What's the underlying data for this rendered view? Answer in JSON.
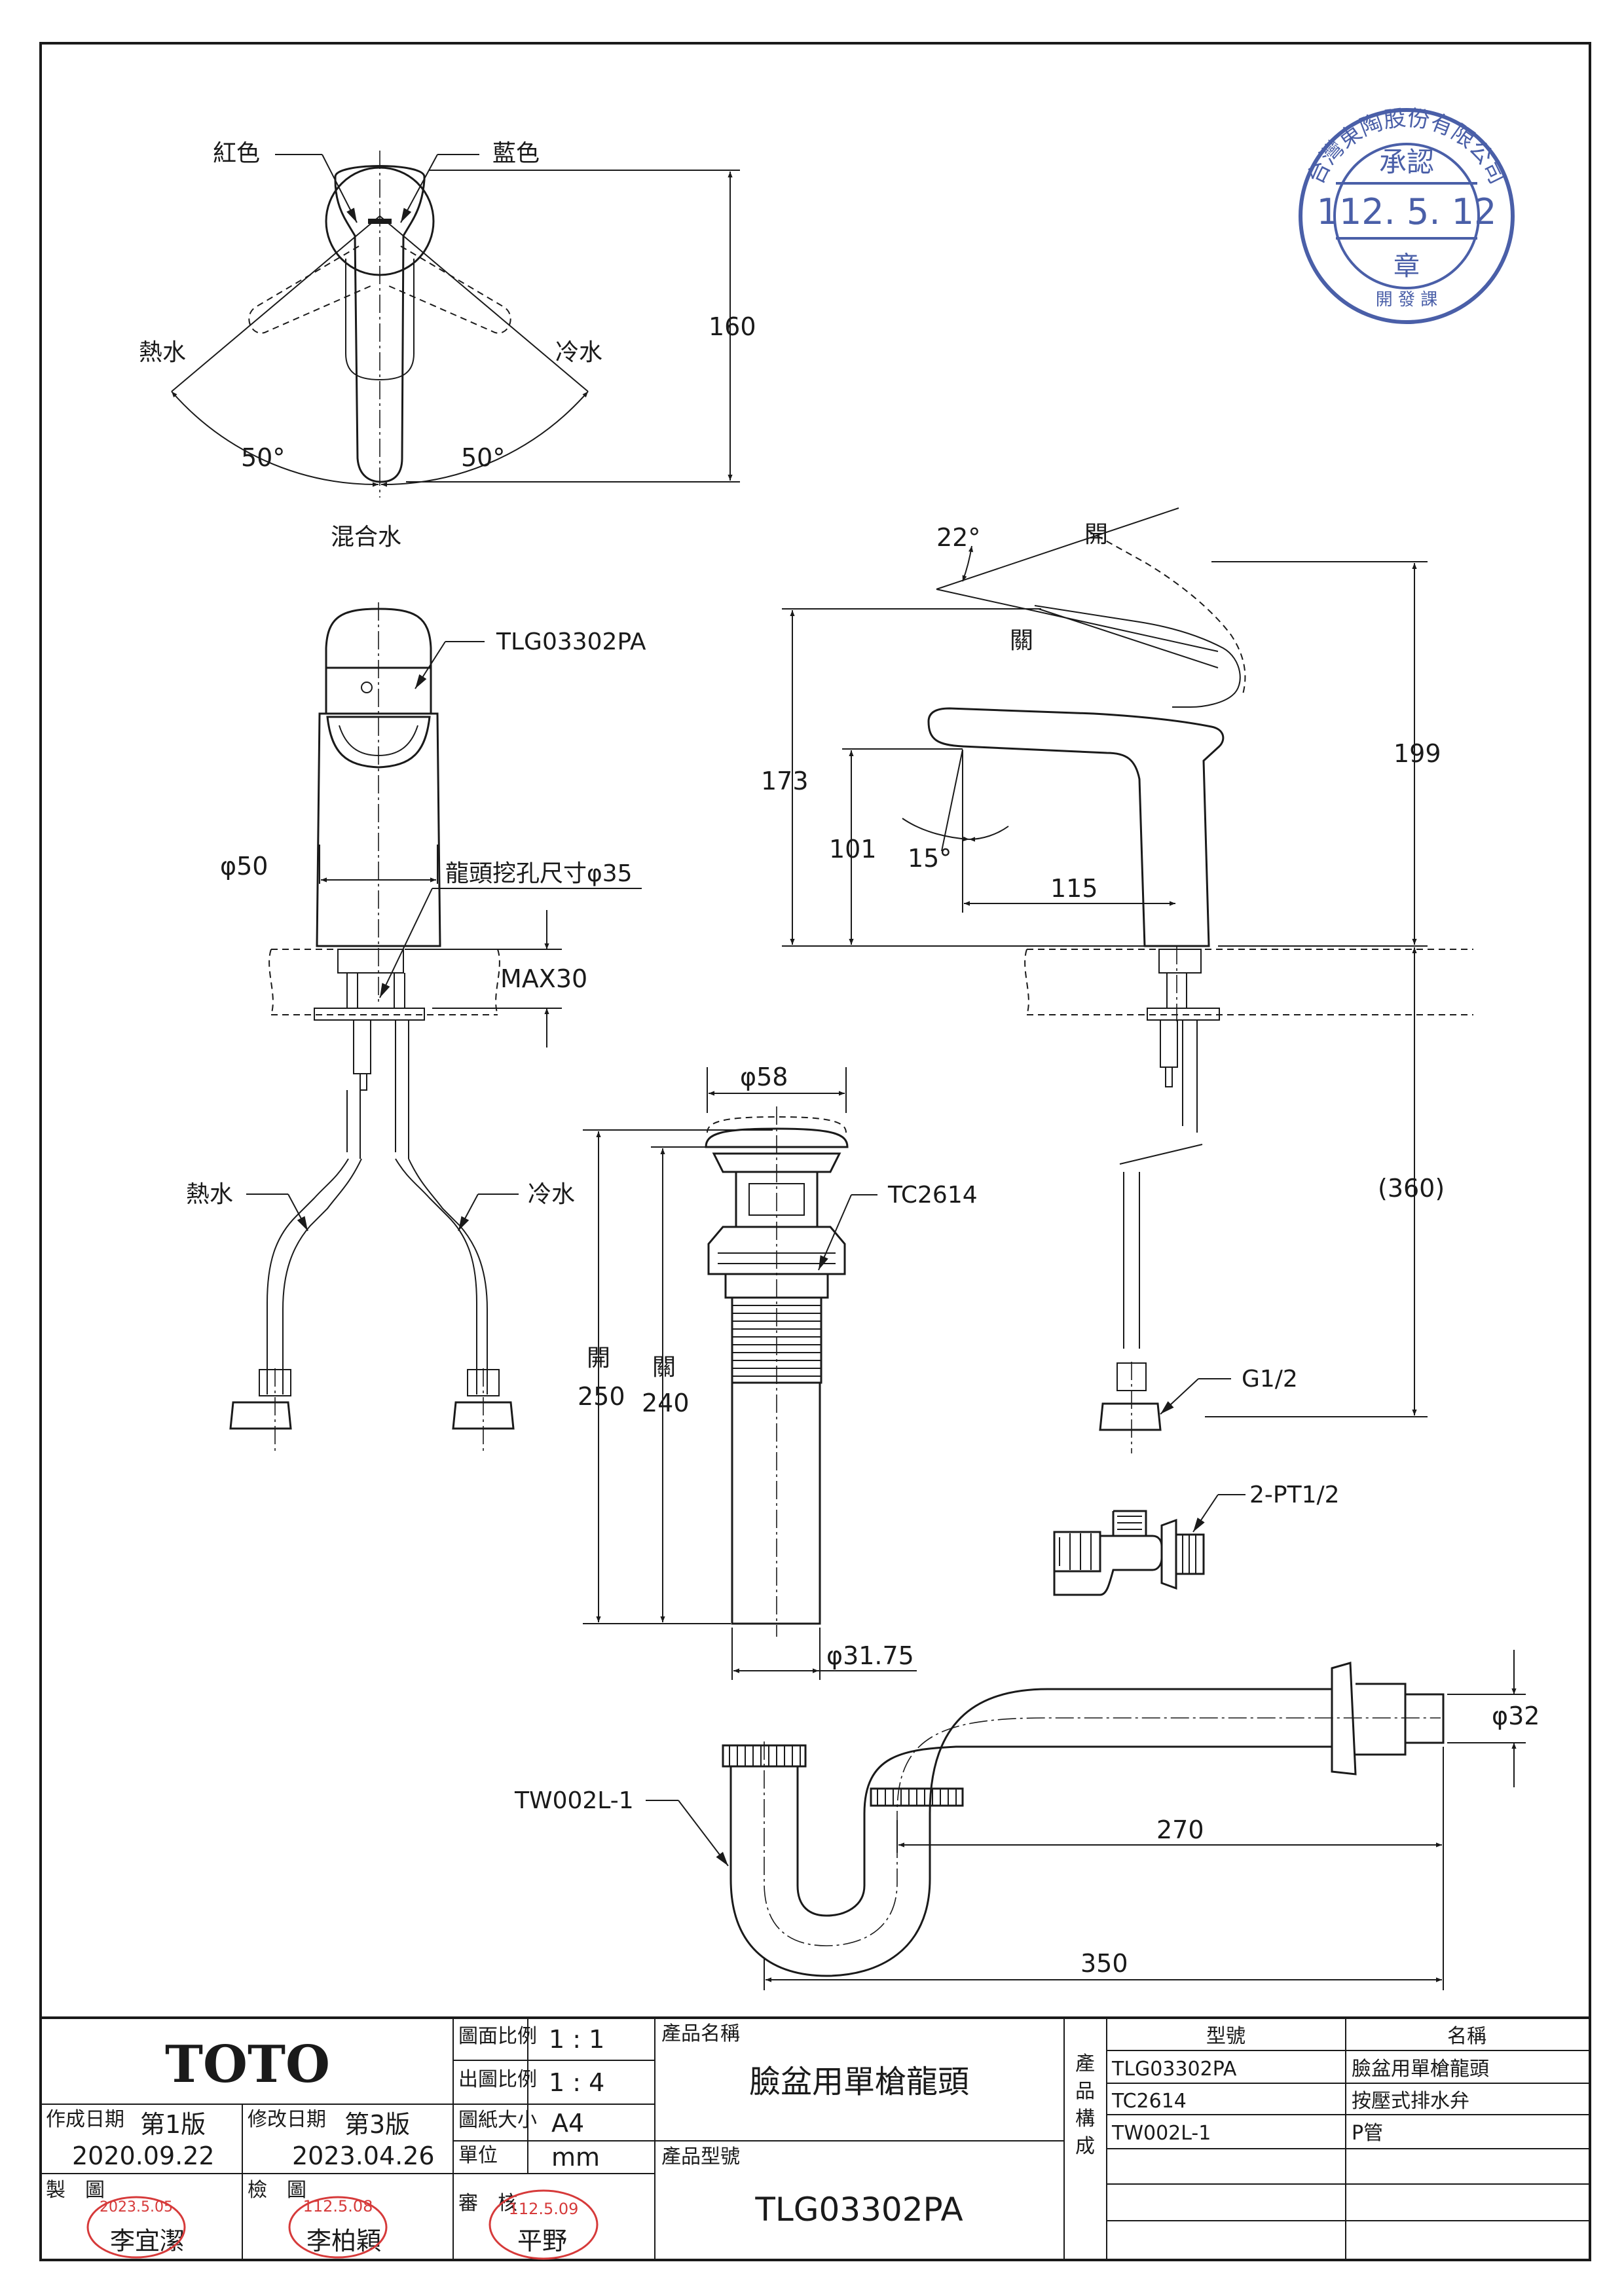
{
  "top_view": {
    "label_red": "紅色",
    "label_blue": "藍色",
    "label_hot": "熱水",
    "label_cold": "冷水",
    "angle_left": "50°",
    "angle_right": "50°",
    "label_mixed": "混合水",
    "dim_height": "160"
  },
  "front_view": {
    "model_callout": "TLG03302PA",
    "dim_body_dia": "φ50",
    "hole_size": "龍頭挖孔尺寸φ35",
    "dim_max_thickness": "MAX30",
    "label_hot": "熱水",
    "label_cold": "冷水"
  },
  "side_view": {
    "angle_lever": "22°",
    "label_open": "開",
    "label_closed": "關",
    "dim_total_height": "199",
    "dim_body_height": "173",
    "dim_spout_height": "101",
    "angle_spout": "15°",
    "dim_reach": "115",
    "dim_hose": "(360)",
    "thread_hose": "G1/2",
    "thread_valve": "2-PT1/2"
  },
  "drain_view": {
    "dim_cap_dia": "φ58",
    "model_callout": "TC2614",
    "label_open": "開",
    "dim_open": "250",
    "label_closed": "關",
    "dim_closed": "240",
    "dim_tail_dia": "φ31.75"
  },
  "trap_view": {
    "model_callout": "TW002L-1",
    "dim_outlet_dia": "φ32",
    "dim_length_short": "270",
    "dim_length_long": "350"
  },
  "approval_stamp": {
    "company": "台灣東陶股份有限公司",
    "title": "承認",
    "date": "112. 5. 12",
    "seal": "章",
    "dept": "開 發 課"
  },
  "title_block": {
    "brand": "TOTO",
    "drawing_scale_label": "圖面比例",
    "drawing_scale": "1 : 1",
    "output_scale_label": "出圖比例",
    "output_scale": "1 : 4",
    "paper_size_label": "圖紙大小",
    "paper_size": "A4",
    "unit_label": "單位",
    "unit": "mm",
    "created_label": "作成日期",
    "created_version": "第1版",
    "created_date": "2020.09.22",
    "modified_label": "修改日期",
    "modified_version": "第3版",
    "modified_date": "2023.04.26",
    "drafter_label": "製　圖",
    "drafter_name": "李宜潔",
    "drafter_stamp_date": "2023.5.05",
    "checker_label": "檢　圖",
    "checker_name": "李柏穎",
    "checker_stamp_date": "112.5.08",
    "approver_label": "審　核",
    "approver_name": "平野",
    "approver_stamp_date": "112.5.09",
    "product_name_label": "產品名稱",
    "product_name": "臉盆用單槍龍頭",
    "product_model_label": "產品型號",
    "product_model": "TLG03302PA",
    "composition_label": "產品構成",
    "col_model": "型號",
    "col_name": "名稱",
    "components": [
      {
        "model": "TLG03302PA",
        "name": "臉盆用單槍龍頭"
      },
      {
        "model": "TC2614",
        "name": "按壓式排水弁"
      },
      {
        "model": "TW002L-1",
        "name": "P管"
      }
    ]
  }
}
